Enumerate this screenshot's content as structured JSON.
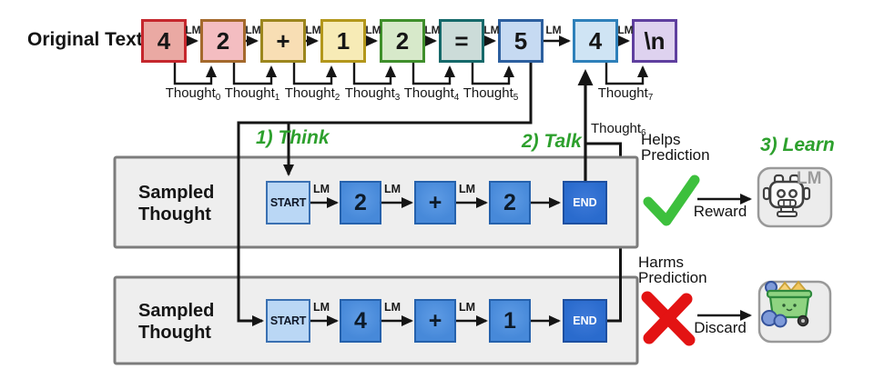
{
  "figure": {
    "original_text_label": "Original Text",
    "lm_label": "LM",
    "thought_label_base": "Thought",
    "thought_subs": [
      "0",
      "1",
      "2",
      "3",
      "4",
      "5",
      "6",
      "7"
    ],
    "tokens": [
      {
        "label": "4",
        "fill": "#eaa9a3",
        "border": "#c5272d"
      },
      {
        "label": "2",
        "fill": "#f4bdc1",
        "border": "#a4692c"
      },
      {
        "label": "+",
        "fill": "#f8deb4",
        "border": "#9c861d"
      },
      {
        "label": "1",
        "fill": "#f7ebb6",
        "border": "#b3971b"
      },
      {
        "label": "2",
        "fill": "#d7e9ca",
        "border": "#3f8f2b"
      },
      {
        "label": "=",
        "fill": "#ccdcd9",
        "border": "#15696a"
      },
      {
        "label": "5",
        "fill": "#c6daf2",
        "border": "#2c5f9f"
      },
      {
        "label": "4",
        "fill": "#cfe4f4",
        "border": "#2e80ba"
      },
      {
        "label": "\\n",
        "fill": "#ded2ef",
        "border": "#5f3f9f"
      }
    ],
    "steps": {
      "think": "1) Think",
      "talk": "2) Talk",
      "learn": "3) Learn"
    },
    "sampled_rows": [
      {
        "title_line1": "Sampled",
        "title_line2": "Thought",
        "start": "START",
        "end": "END",
        "tokens": [
          "2",
          "+",
          "2"
        ]
      },
      {
        "title_line1": "Sampled",
        "title_line2": "Thought",
        "start": "START",
        "end": "END",
        "tokens": [
          "4",
          "+",
          "1"
        ]
      }
    ],
    "outcomes": [
      {
        "line1": "Helps",
        "line2": "Prediction",
        "action": "Reward"
      },
      {
        "line1": "Harms",
        "line2": "Prediction",
        "action": "Discard"
      }
    ],
    "robot_lm_label": "LM",
    "colors": {
      "step_green": "#2da02d",
      "check_green": "#3dc03d",
      "cross_red": "#e31313",
      "line_black": "#151515",
      "panel_gray": "#eeeeee"
    }
  }
}
